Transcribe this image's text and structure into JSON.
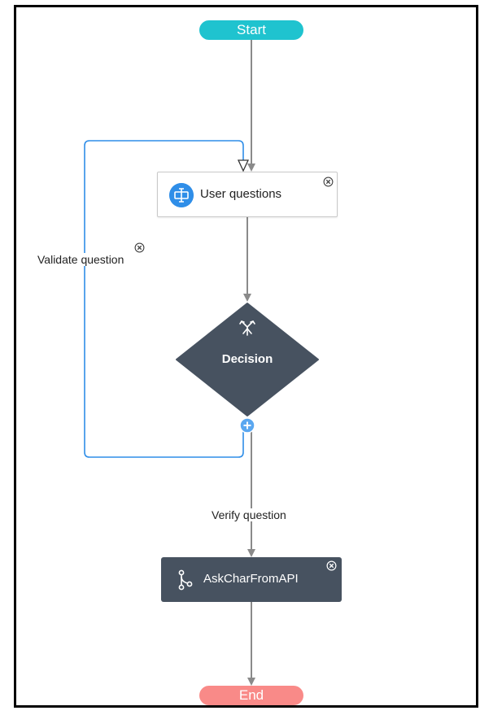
{
  "start": {
    "label": "Start"
  },
  "end": {
    "label": "End"
  },
  "task": {
    "label": "User questions",
    "icon": "form-icon"
  },
  "decision": {
    "label": "Decision",
    "icon": "split-arrows-icon"
  },
  "subprocess": {
    "label": "AskCharFromAPI",
    "icon": "branch-icon"
  },
  "edges": {
    "validate_label": "Validate question",
    "verify_label": "Verify question"
  },
  "colors": {
    "start": "#1fc3cf",
    "end": "#f98a88",
    "node_dark": "#475260",
    "task_icon": "#2f8ee8",
    "loop_line": "#2f8ee8",
    "connector": "#8a8a8a",
    "add_button": "#5aa7f0"
  }
}
